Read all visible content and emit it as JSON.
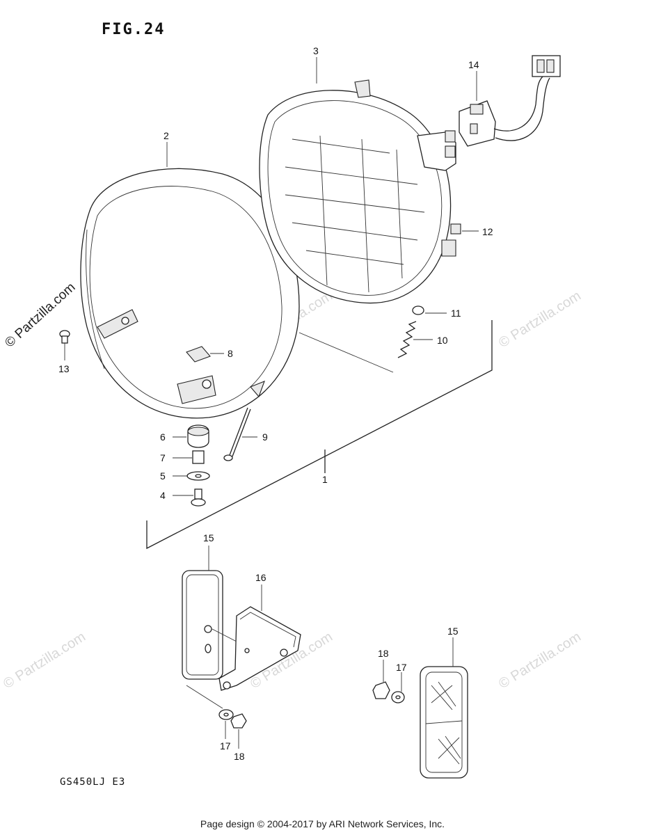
{
  "figure": {
    "title": "FIG.24",
    "model": "GS450LJ E3"
  },
  "footer": "Page design © 2004-2017 by ARI Network Services, Inc.",
  "watermark": {
    "text": "© Partzilla.com",
    "color": "#d8d8d8"
  },
  "callouts": [
    {
      "id": "c1",
      "label": "1"
    },
    {
      "id": "c2",
      "label": "2"
    },
    {
      "id": "c3",
      "label": "3"
    },
    {
      "id": "c4",
      "label": "4"
    },
    {
      "id": "c5",
      "label": "5"
    },
    {
      "id": "c6",
      "label": "6"
    },
    {
      "id": "c7",
      "label": "7"
    },
    {
      "id": "c8",
      "label": "8"
    },
    {
      "id": "c9",
      "label": "9"
    },
    {
      "id": "c10",
      "label": "10"
    },
    {
      "id": "c11",
      "label": "11"
    },
    {
      "id": "c12",
      "label": "12"
    },
    {
      "id": "c13",
      "label": "13"
    },
    {
      "id": "c14",
      "label": "14"
    },
    {
      "id": "c15a",
      "label": "15"
    },
    {
      "id": "c15b",
      "label": "15"
    },
    {
      "id": "c16",
      "label": "16"
    },
    {
      "id": "c17a",
      "label": "17"
    },
    {
      "id": "c17b",
      "label": "17"
    },
    {
      "id": "c18a",
      "label": "18"
    },
    {
      "id": "c18b",
      "label": "18"
    }
  ]
}
